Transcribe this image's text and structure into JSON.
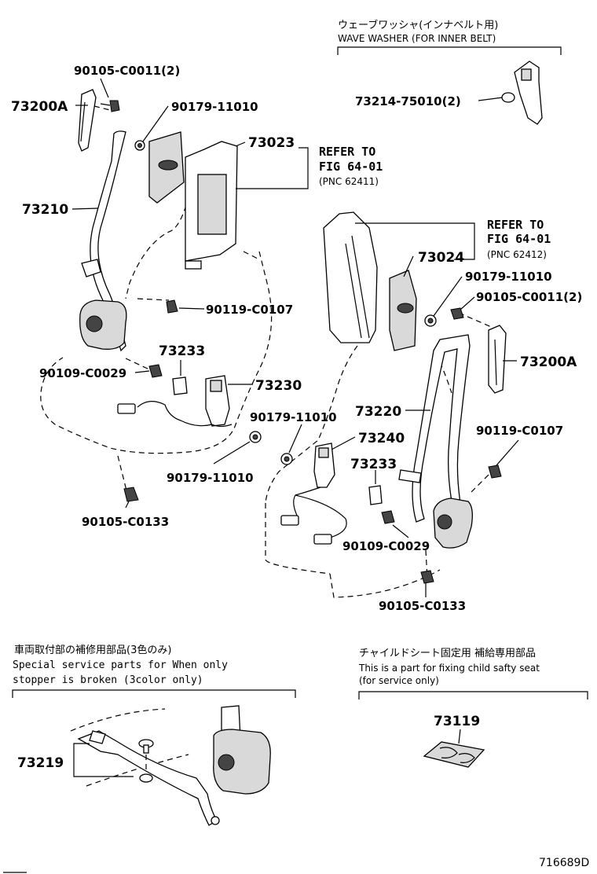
{
  "labels": {
    "p73200A_left": "73200A",
    "p90105_C0011_left": "90105-C0011(2)",
    "p90179_11010_top": "90179-11010",
    "p73023": "73023",
    "p73210": "73210",
    "p90119_C0107_left": "90119-C0107",
    "p73233_left": "73233",
    "p90109_C0029_left": "90109-C0029",
    "p73230": "73230",
    "p90179_11010_left_bottom": "90179-11010",
    "p90105_C0133_left": "90105-C0133",
    "p73214_75010": "73214-75010(2)",
    "p73024": "73024",
    "p90179_11010_right": "90179-11010",
    "p90105_C0011_right": "90105-C0011(2)",
    "p73200A_right": "73200A",
    "p73220": "73220",
    "p90119_C0107_right": "90119-C0107",
    "p90179_11010_mid": "90179-11010",
    "p73240": "73240",
    "p73233_right": "73233",
    "p90109_C0029_right": "90109-C0029",
    "p90105_C0133_right": "90105-C0133",
    "p73219": "73219",
    "p73119": "73119"
  },
  "refs": {
    "ref1_line1": "REFER TO",
    "ref1_line2": "FIG 64-01",
    "ref1_pnc": "(PNC 62411)",
    "ref2_line1": "REFER TO",
    "ref2_line2": "FIG 64-01",
    "ref2_pnc": "(PNC 62412)"
  },
  "notes": {
    "wave_washer_jp": "ウェーブワッシャ(インナベルト用)",
    "wave_washer_en": "WAVE WASHER (FOR INNER BELT)",
    "repair_jp": "車両取付部の補修用部品(3色のみ)",
    "repair_en_line1": "Special service parts for When only",
    "repair_en_line2": "stopper is broken (3color only)",
    "child_jp": "チャイルドシート固定用 補給専用部品",
    "child_en_line1": "This is a part for fixing child safty seat",
    "child_en_line2": "(for service only)"
  },
  "figure_id": "716689D"
}
